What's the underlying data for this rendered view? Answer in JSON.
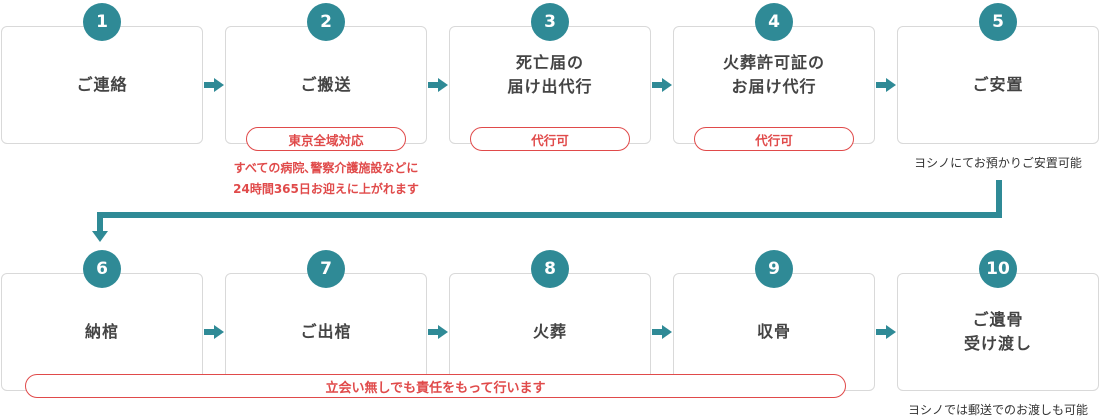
{
  "steps": [
    {
      "num": "1",
      "label_lines": [
        "ご連絡"
      ]
    },
    {
      "num": "2",
      "label_lines": [
        "ご搬送"
      ]
    },
    {
      "num": "3",
      "label_lines": [
        "死亡届の",
        "届け出代行"
      ]
    },
    {
      "num": "4",
      "label_lines": [
        "火葬許可証の",
        "お届け代行"
      ]
    },
    {
      "num": "5",
      "label_lines": [
        "ご安置"
      ]
    },
    {
      "num": "6",
      "label_lines": [
        "納棺"
      ]
    },
    {
      "num": "7",
      "label_lines": [
        "ご出棺"
      ]
    },
    {
      "num": "8",
      "label_lines": [
        "火葬"
      ]
    },
    {
      "num": "9",
      "label_lines": [
        "収骨"
      ]
    },
    {
      "num": "10",
      "label_lines": [
        "ご遺骨",
        "受け渡し"
      ]
    }
  ],
  "badges": {
    "step2": "東京全域対応",
    "step3": "代行可",
    "step4": "代行可",
    "row2": "立会い無しでも責任をもって行います"
  },
  "notes": {
    "step2_line1": "すべての病院､警察介護施設などに",
    "step2_line2": "24時間365日お迎えに上がれます",
    "step5": "ヨシノにてお預かりご安置可能",
    "step10": "ヨシノでは郵送でのお渡しも可能"
  },
  "colors": {
    "accent": "#2f8a96",
    "highlight": "#e04a4a",
    "border": "#d9d9d9"
  }
}
